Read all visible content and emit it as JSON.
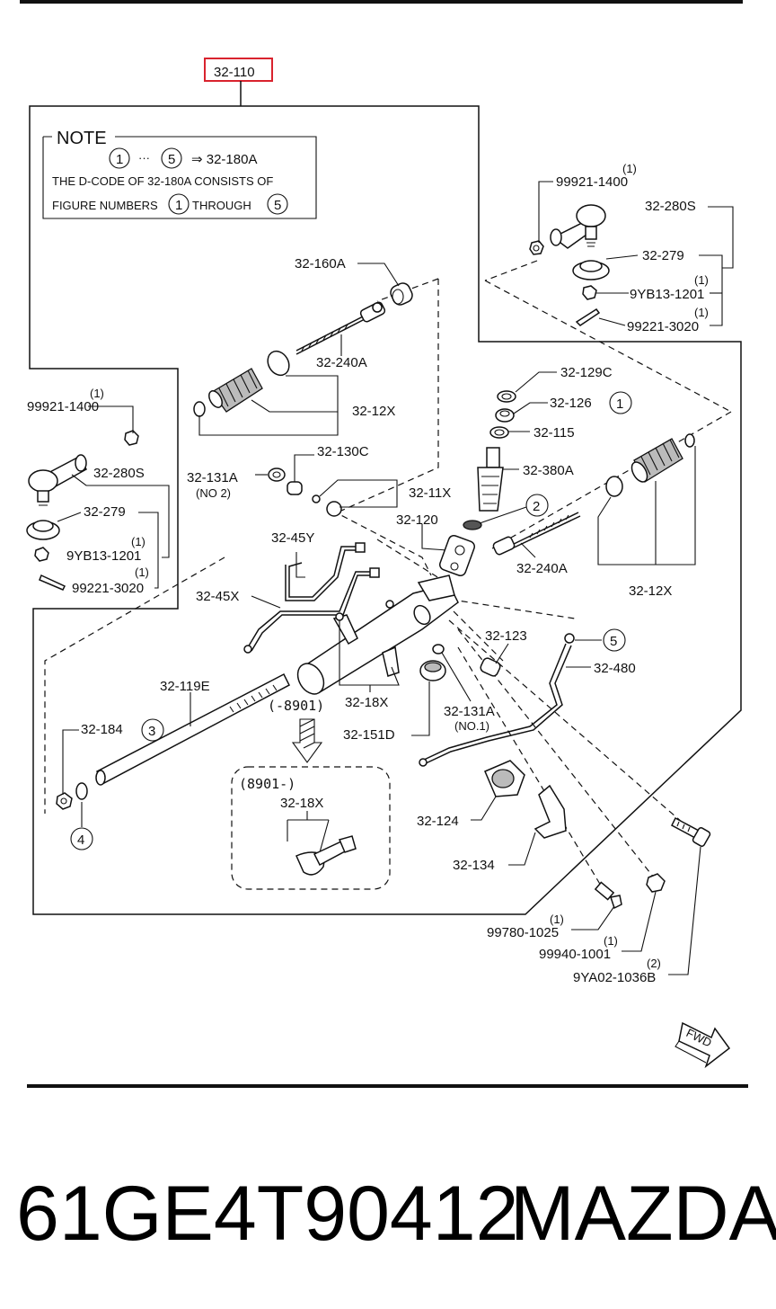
{
  "diagram": {
    "main_part": "32-110",
    "note": {
      "title": "NOTE",
      "formula_range": "1 ··· 5",
      "formula_target": "⇒ 32-180A",
      "line1": "THE D-CODE OF 32-180A CONSISTS OF",
      "line2_before": "FIGURE NUMBERS",
      "line2_mid": "THROUGH",
      "num_from": "1",
      "num_to": "5"
    },
    "labels": {
      "p99921_1400_r": "99921-1400",
      "q99921_1400_r": "(1)",
      "p32_280s_r": "32-280S",
      "p32_279_r": "32-279",
      "p9yb13_1201_r": "9YB13-1201",
      "q9yb13_1201_r": "(1)",
      "p99221_3020_r": "99221-3020",
      "q99221_3020_r": "(1)",
      "p32_160a": "32-160A",
      "p32_240a_top": "32-240A",
      "p32_12x_top": "32-12X",
      "p99921_1400_l": "99921-1400",
      "q99921_1400_l": "(1)",
      "p32_280s_l": "32-280S",
      "p32_279_l": "32-279",
      "p9yb13_1201_l": "9YB13-1201",
      "q9yb13_1201_l": "(1)",
      "p99221_3020_l": "99221-3020",
      "q99221_3020_l": "(1)",
      "p32_129c": "32-129C",
      "p32_126": "32-126",
      "p32_115": "32-115",
      "p32_380a": "32-380A",
      "p32_130c": "32-130C",
      "p32_131a_no2": "32-131A",
      "q32_131a_no2": "(NO 2)",
      "p32_11x": "32-11X",
      "p32_120": "32-120",
      "p32_240a_r": "32-240A",
      "p32_12x_r": "32-12X",
      "p32_45y": "32-45Y",
      "p32_45x": "32-45X",
      "p32_123": "32-123",
      "p32_480": "32-480",
      "p32_119e": "32-119E",
      "p_8901": "(-8901)",
      "p32_18x_a": "32-18X",
      "p32_184": "32-184",
      "p32_151d": "32-151D",
      "p32_131a_no1": "32-131A",
      "q32_131a_no1": "(NO.1)",
      "p_8901_after": "(8901-)",
      "p32_18x_b": "32-18X",
      "p32_124": "32-124",
      "p32_134": "32-134",
      "p99780_1025": "99780-1025",
      "q99780_1025": "(1)",
      "p99940_1001": "99940-1001",
      "q99940_1001": "(1)",
      "p9ya02_1036b": "9YA02-1036B",
      "q9ya02_1036b": "(2)",
      "fwd": "FWD"
    },
    "circled": {
      "c1": "1",
      "c2": "2",
      "c3": "3",
      "c4": "4",
      "c5": "5"
    },
    "highlight_color": "#d9232e"
  },
  "footer": {
    "part_number": "61GE4T90412",
    "brand": "MAZDA"
  }
}
